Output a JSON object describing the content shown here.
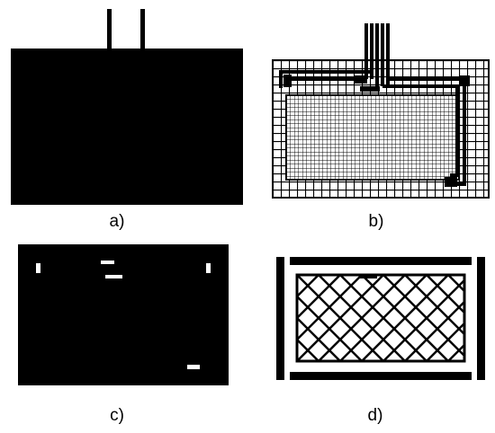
{
  "panels": [
    {
      "id": "a",
      "caption": "a)"
    },
    {
      "id": "b",
      "caption": "b)"
    },
    {
      "id": "c",
      "caption": "c)"
    },
    {
      "id": "d",
      "caption": "d)"
    }
  ],
  "colors": {
    "ink": "#000000",
    "paper": "#ffffff"
  }
}
